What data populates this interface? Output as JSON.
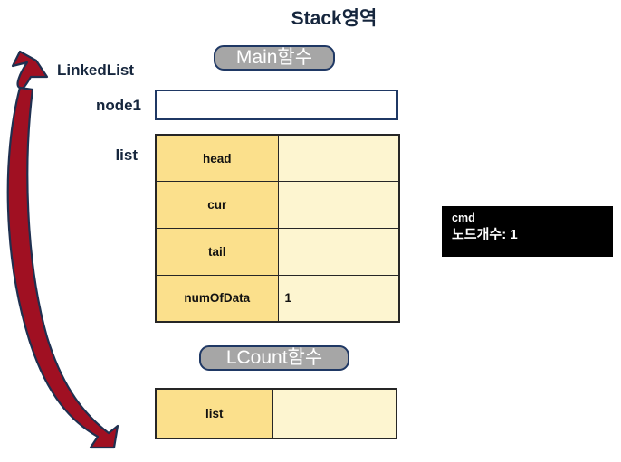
{
  "diagram": {
    "title": "Stack영역",
    "background_color": "#FFFFFF",
    "title_color": "#16263D"
  },
  "badges": {
    "main_function": "Main함수",
    "lcount_function": "LCount함수",
    "fill_color": "#A6A6A6",
    "border_color": "#1F3864",
    "text_color": "#FFFFFF"
  },
  "labels": {
    "linkedlist": "LinkedList",
    "node1": "node1",
    "list": "list"
  },
  "node1_box": {
    "value": "",
    "border_color": "#1F3864",
    "fill_color": "#FFFFFF"
  },
  "list_struct": {
    "key_color": "#FBE08C",
    "value_color": "#FDF5D0",
    "border_color": "#262626",
    "rows": [
      {
        "key": "head",
        "value": ""
      },
      {
        "key": "cur",
        "value": ""
      },
      {
        "key": "tail",
        "value": ""
      },
      {
        "key": "numOfData",
        "value": "1"
      }
    ]
  },
  "lcount_struct": {
    "rows": [
      {
        "key": "list",
        "value": ""
      }
    ]
  },
  "console": {
    "title": "cmd",
    "output": "노드개수: 1",
    "background_color": "#000000",
    "text_color": "#FFFFFF"
  },
  "arrow": {
    "name": "double-headed-curved-arrow",
    "fill_color": "#A01022",
    "stroke_color": "#1F3050"
  }
}
